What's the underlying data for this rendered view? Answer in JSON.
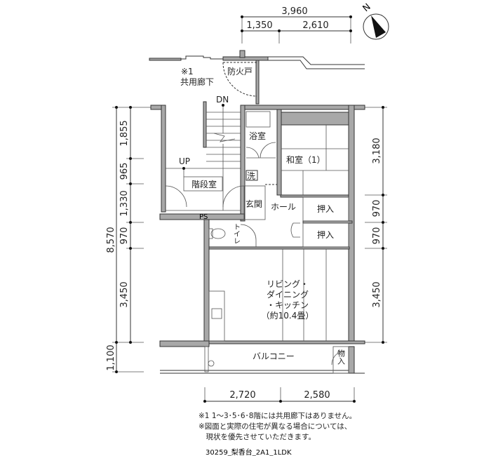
{
  "dimensions": {
    "top_total": "3,960",
    "top_parts": [
      "1,350",
      "2,610"
    ],
    "left_total": "8,570",
    "left_parts": [
      "1,855",
      "965",
      "1,330",
      "970",
      "3,450"
    ],
    "left_balcony": "1,100",
    "right_parts": [
      "3,180",
      "970",
      "970",
      "3,450"
    ],
    "bottom_parts": [
      "2,720",
      "2,580"
    ]
  },
  "compass": {
    "label": "N"
  },
  "rooms": {
    "fire_door": "防火戸",
    "corridor_note_mark": "※1",
    "corridor": "共用廊下",
    "stairs_down": "DN",
    "stairs_up": "UP",
    "stairwell": "階段室",
    "ps": "PS",
    "bath": "浴室",
    "washer": "洗",
    "entrance": "玄関",
    "hall": "ホール",
    "washitsu": "和室（1）",
    "closet1": "押入",
    "closet2": "押入",
    "toilet": "トイレ",
    "ldk_lines": [
      "リビング・",
      "ダイニング",
      "・キッチン",
      "（約10.4畳）"
    ],
    "balcony": "バルコニー",
    "storage": "物入"
  },
  "notes": [
    "※1 1～3･5･6･8階には共用廊下はありません。",
    "※図面と実際の住宅が異なる場合については、",
    "　現状を優先させていただきます。"
  ],
  "plan_code": "30259_梨香台_2A1_1LDK"
}
